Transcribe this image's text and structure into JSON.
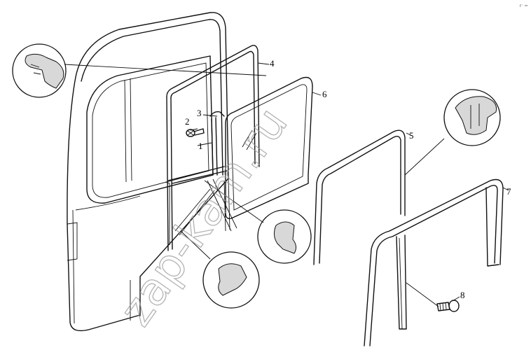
{
  "diagram": {
    "corner_mark": "r⁻ ═",
    "watermark": "zap-kam.ru",
    "callouts": [
      {
        "id": "c1",
        "label": "1"
      },
      {
        "id": "c2",
        "label": "2"
      },
      {
        "id": "c3",
        "label": "3"
      },
      {
        "id": "c4",
        "label": "4"
      },
      {
        "id": "c5",
        "label": "5"
      },
      {
        "id": "c6",
        "label": "6"
      },
      {
        "id": "c7",
        "label": "7"
      },
      {
        "id": "c8",
        "label": "8"
      }
    ]
  }
}
